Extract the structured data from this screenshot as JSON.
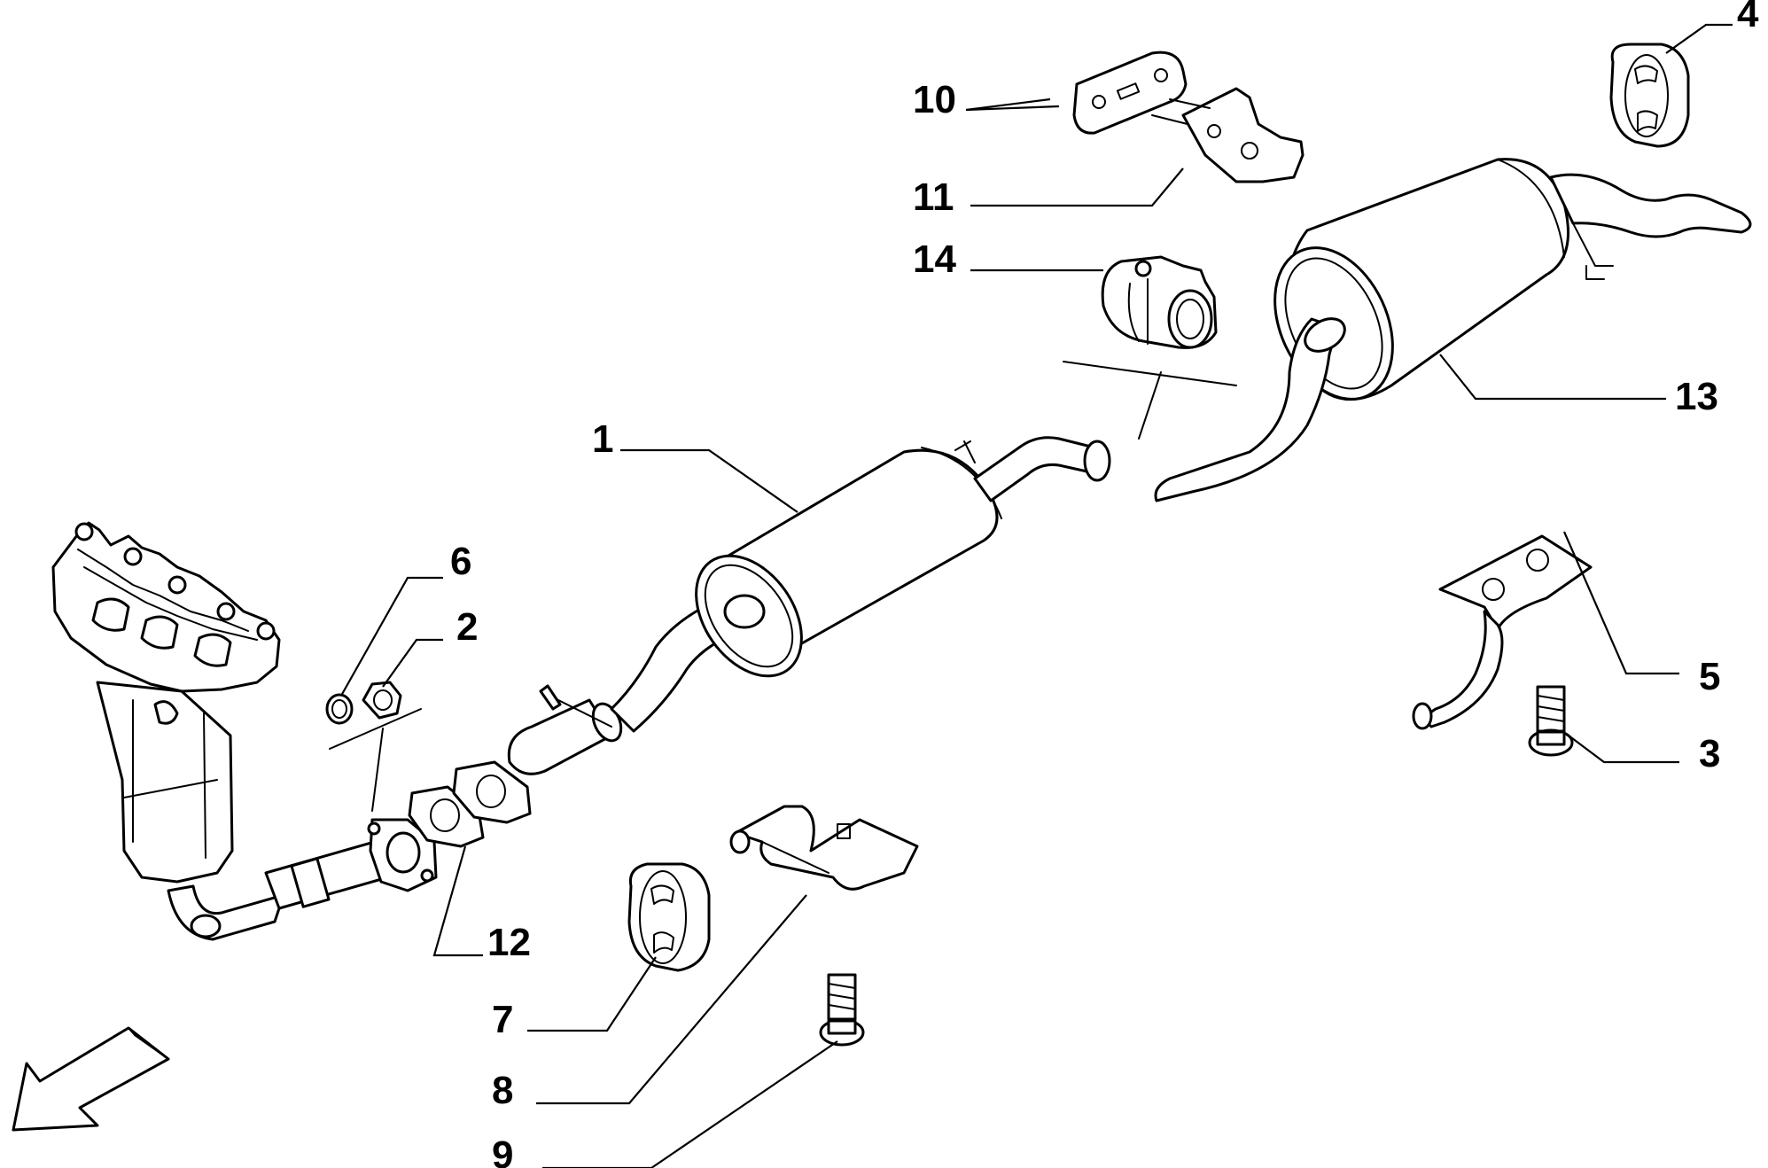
{
  "callouts": [
    {
      "id": "1",
      "label": "1"
    },
    {
      "id": "2",
      "label": "2"
    },
    {
      "id": "3",
      "label": "3"
    },
    {
      "id": "4",
      "label": "4"
    },
    {
      "id": "5",
      "label": "5"
    },
    {
      "id": "6",
      "label": "6"
    },
    {
      "id": "7",
      "label": "7"
    },
    {
      "id": "8",
      "label": "8"
    },
    {
      "id": "9",
      "label": "9"
    },
    {
      "id": "10",
      "label": "10"
    },
    {
      "id": "11",
      "label": "11"
    },
    {
      "id": "12",
      "label": "12"
    },
    {
      "id": "13",
      "label": "13"
    },
    {
      "id": "14",
      "label": "14"
    }
  ],
  "icons": {
    "direction": "front-direction-arrow-icon"
  }
}
